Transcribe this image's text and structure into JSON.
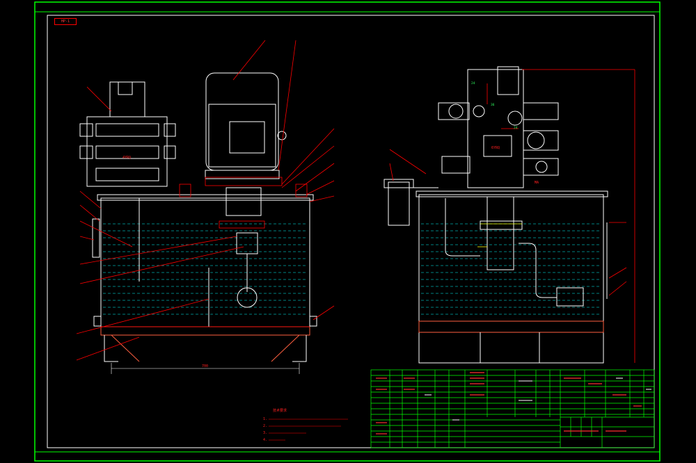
{
  "drawing": {
    "tag": "HP-1",
    "left_dims": {
      "base_width": "700"
    },
    "right_dims": {
      "dim_24a": "24",
      "dim_36": "36",
      "dim_24b": "24"
    },
    "right_labels": [
      "6YRQ",
      "4YRQ",
      "MA"
    ],
    "notes_title": "技术要求",
    "notes": [
      "1.",
      "2.",
      "3.",
      "4."
    ]
  },
  "colors": {
    "frame": "#00ff00",
    "outline": "#ffffff",
    "hatch": "#00ffff",
    "leader": "#ff0000",
    "table": "#00ff00",
    "accent": "#ffff00"
  }
}
